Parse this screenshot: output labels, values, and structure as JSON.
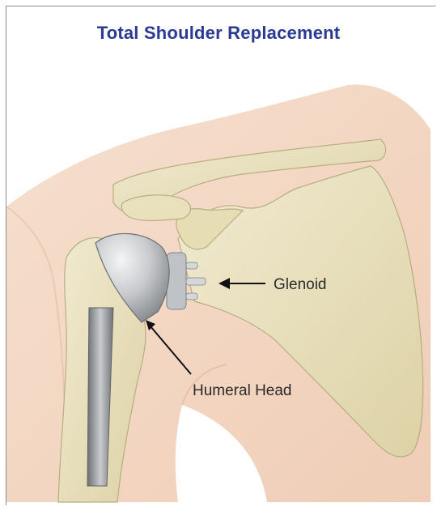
{
  "figure": {
    "title": "Total Shoulder Replacement",
    "labels": {
      "glenoid": "Glenoid",
      "humeral_head": "Humeral Head"
    },
    "colors": {
      "title": "#2b3b93",
      "skin": "#f3d7c3",
      "bone": "#ebe3bd",
      "metal": "#c4c6c9",
      "arrow": "#111111"
    }
  }
}
